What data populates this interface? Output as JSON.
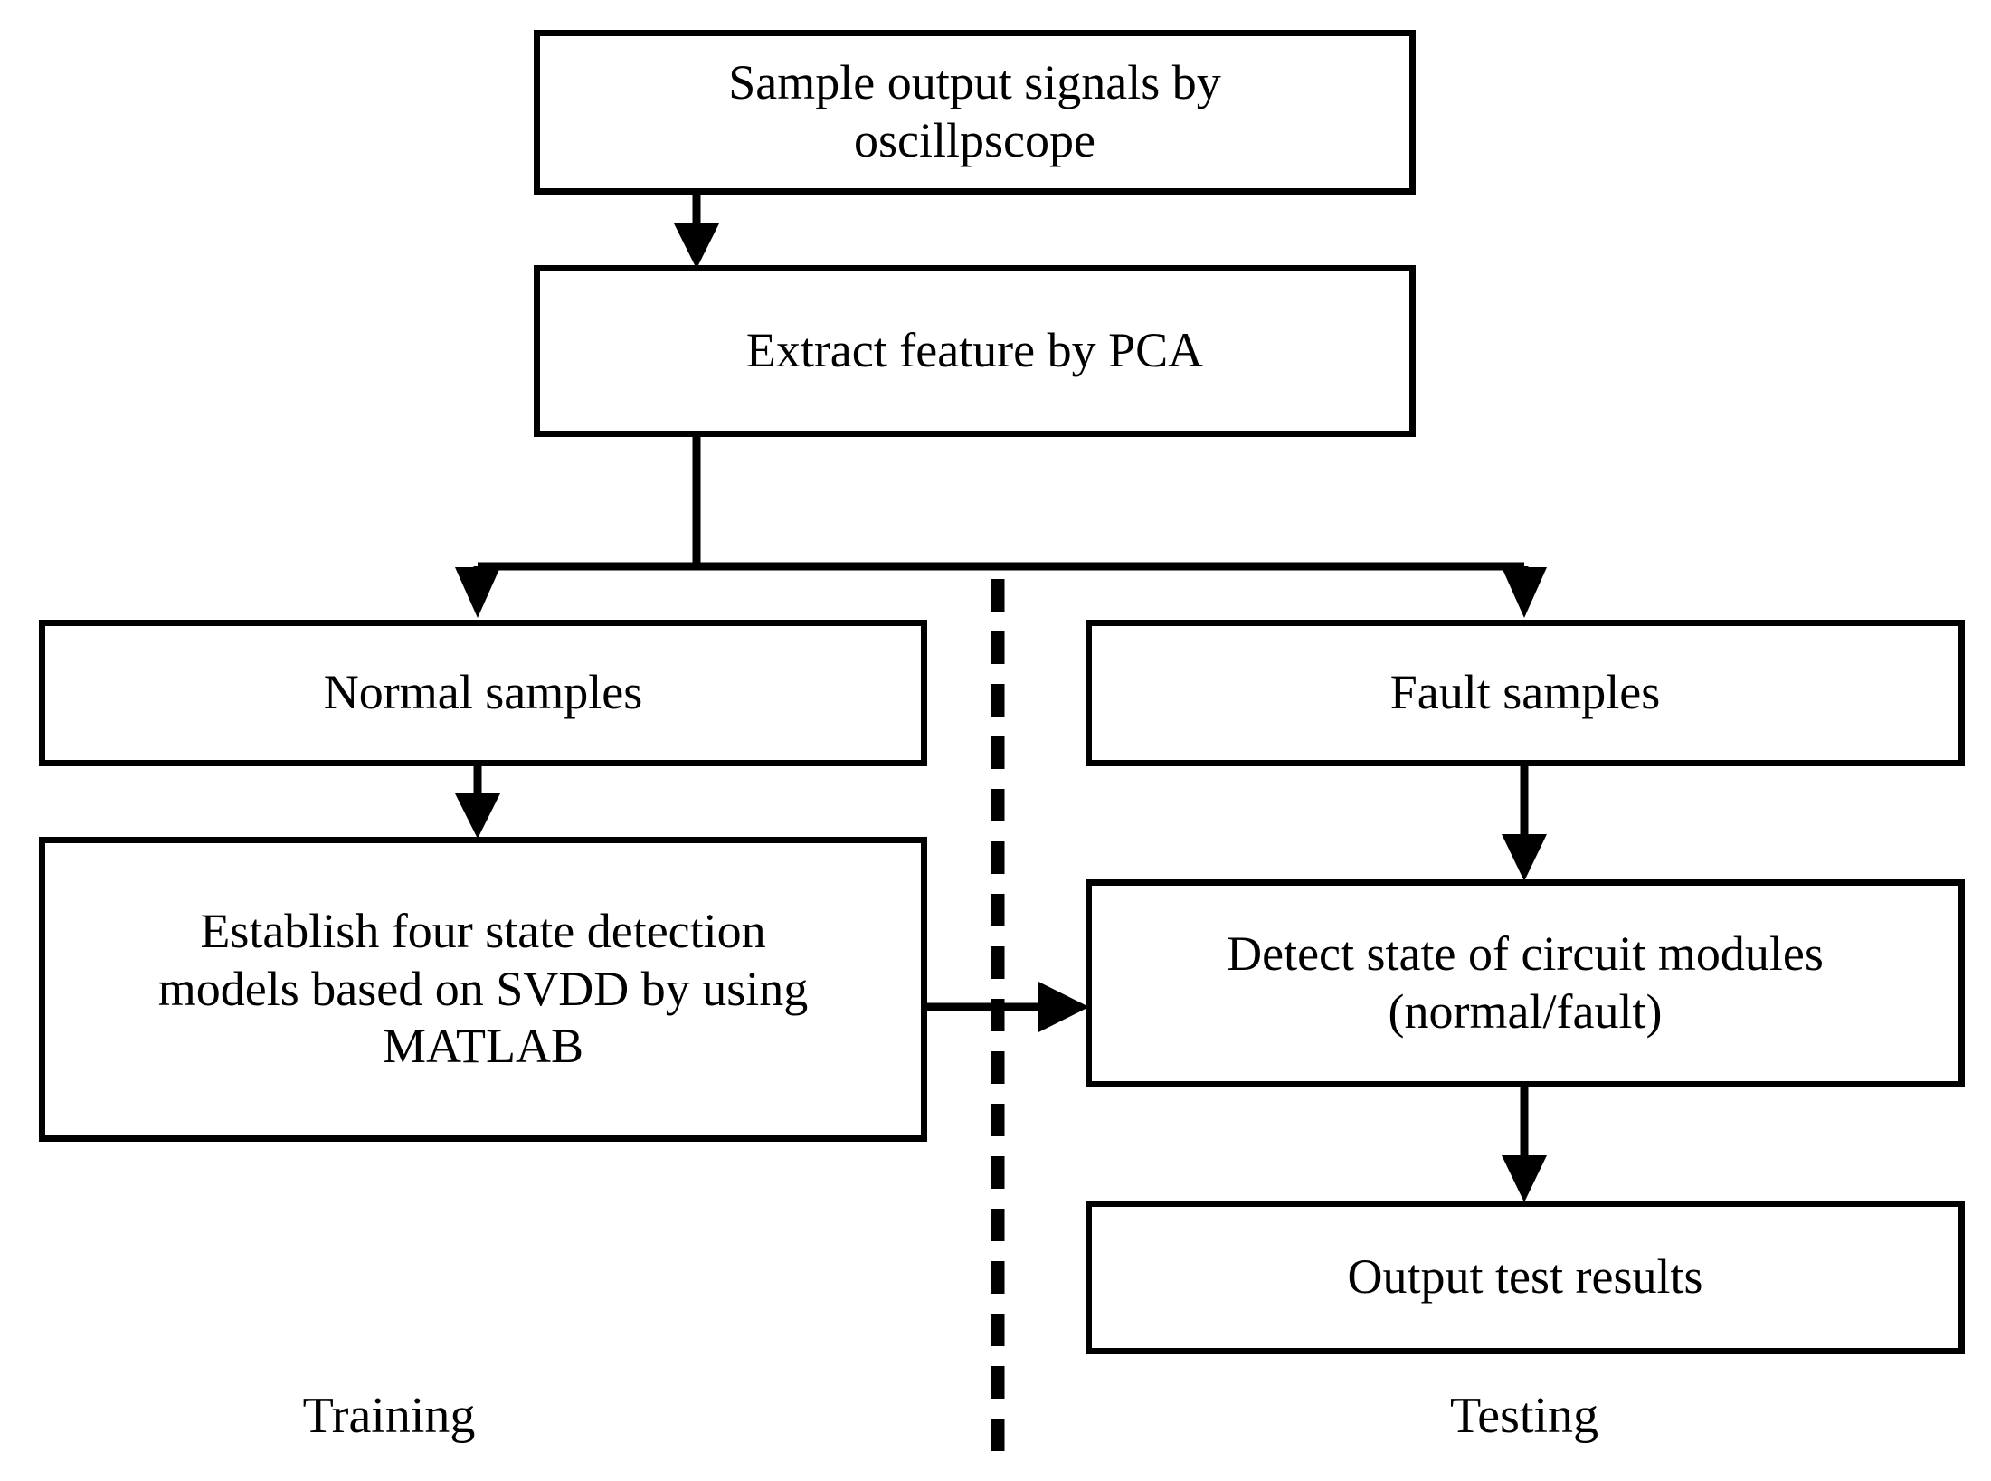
{
  "diagram": {
    "title": "SVDD-based circuit module fault detection flowchart",
    "colors": {
      "stroke": "#000000",
      "fill": "#ffffff",
      "text": "#000000"
    },
    "nodes": [
      {
        "id": "sample",
        "label": "Sample output signals by\noscillpscope"
      },
      {
        "id": "pca",
        "label": "Extract feature by PCA"
      },
      {
        "id": "normal",
        "label": "Normal samples"
      },
      {
        "id": "fault",
        "label": "Fault samples"
      },
      {
        "id": "establish",
        "label": "Establish four state detection\nmodels based on SVDD by using\nMATLAB"
      },
      {
        "id": "detect",
        "label": "Detect state of circuit modules\n(normal/fault)"
      },
      {
        "id": "output",
        "label": "Output test results"
      }
    ],
    "phase_labels": [
      {
        "id": "training",
        "label": "Training"
      },
      {
        "id": "testing",
        "label": "Testing"
      }
    ],
    "edges": [
      {
        "from": "sample",
        "to": "pca",
        "style": "solid-arrow",
        "direction": "down"
      },
      {
        "from": "pca",
        "to": "normal",
        "style": "solid-arrow",
        "direction": "down-left-branch"
      },
      {
        "from": "pca",
        "to": "fault",
        "style": "solid-arrow",
        "direction": "down-right-branch"
      },
      {
        "from": "normal",
        "to": "establish",
        "style": "solid-arrow",
        "direction": "down"
      },
      {
        "from": "fault",
        "to": "detect",
        "style": "solid-arrow",
        "direction": "down"
      },
      {
        "from": "establish",
        "to": "detect",
        "style": "solid-arrow",
        "direction": "right"
      },
      {
        "from": "detect",
        "to": "output",
        "style": "solid-arrow",
        "direction": "down"
      }
    ],
    "divider": {
      "id": "phase-divider",
      "style": "dashed-vertical",
      "separates": [
        "Training",
        "Testing"
      ]
    }
  }
}
